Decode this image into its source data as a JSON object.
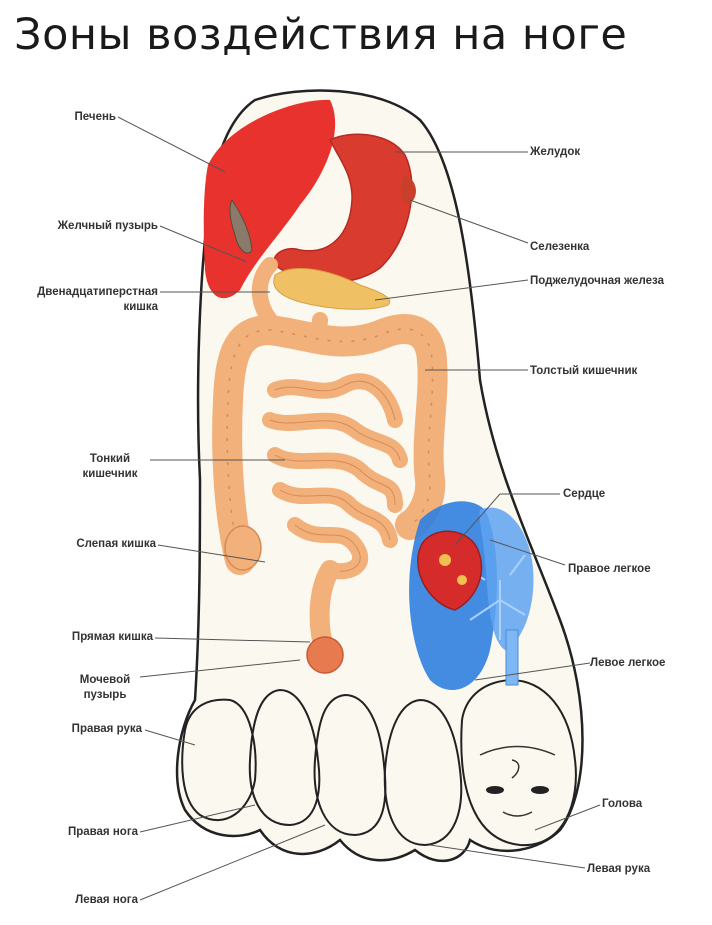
{
  "title": "Зоны воздействия на ноге",
  "labels": {
    "liver": "Печень",
    "gallbladder": "Желчный пузырь",
    "duodenum_1": "Двенадцатиперстная",
    "duodenum_2": "кишка",
    "small_intestine_1": "Тонкий",
    "small_intestine_2": "кишечник",
    "cecum": "Слепая кишка",
    "rectum": "Прямая кишка",
    "bladder_1": "Мочевой",
    "bladder_2": "пузырь",
    "right_arm": "Правая рука",
    "right_leg": "Правая нога",
    "left_leg": "Левая нога",
    "stomach": "Желудок",
    "spleen": "Селезенка",
    "pancreas": "Поджелудочная железа",
    "large_intestine": "Толстый кишечник",
    "heart": "Сердце",
    "right_lung": "Правое легкое",
    "left_lung": "Левое легкое",
    "head": "Голова",
    "left_arm": "Левая рука"
  },
  "colors": {
    "liver": "#e8322e",
    "stomach": "#d93b2f",
    "intestine": "#f2b07a",
    "intestine_stroke": "#d98a55",
    "lung": "#2f7fe0",
    "heart": "#d62b2b",
    "foot_fill": "#fbf8ef",
    "lines": "#555555"
  }
}
